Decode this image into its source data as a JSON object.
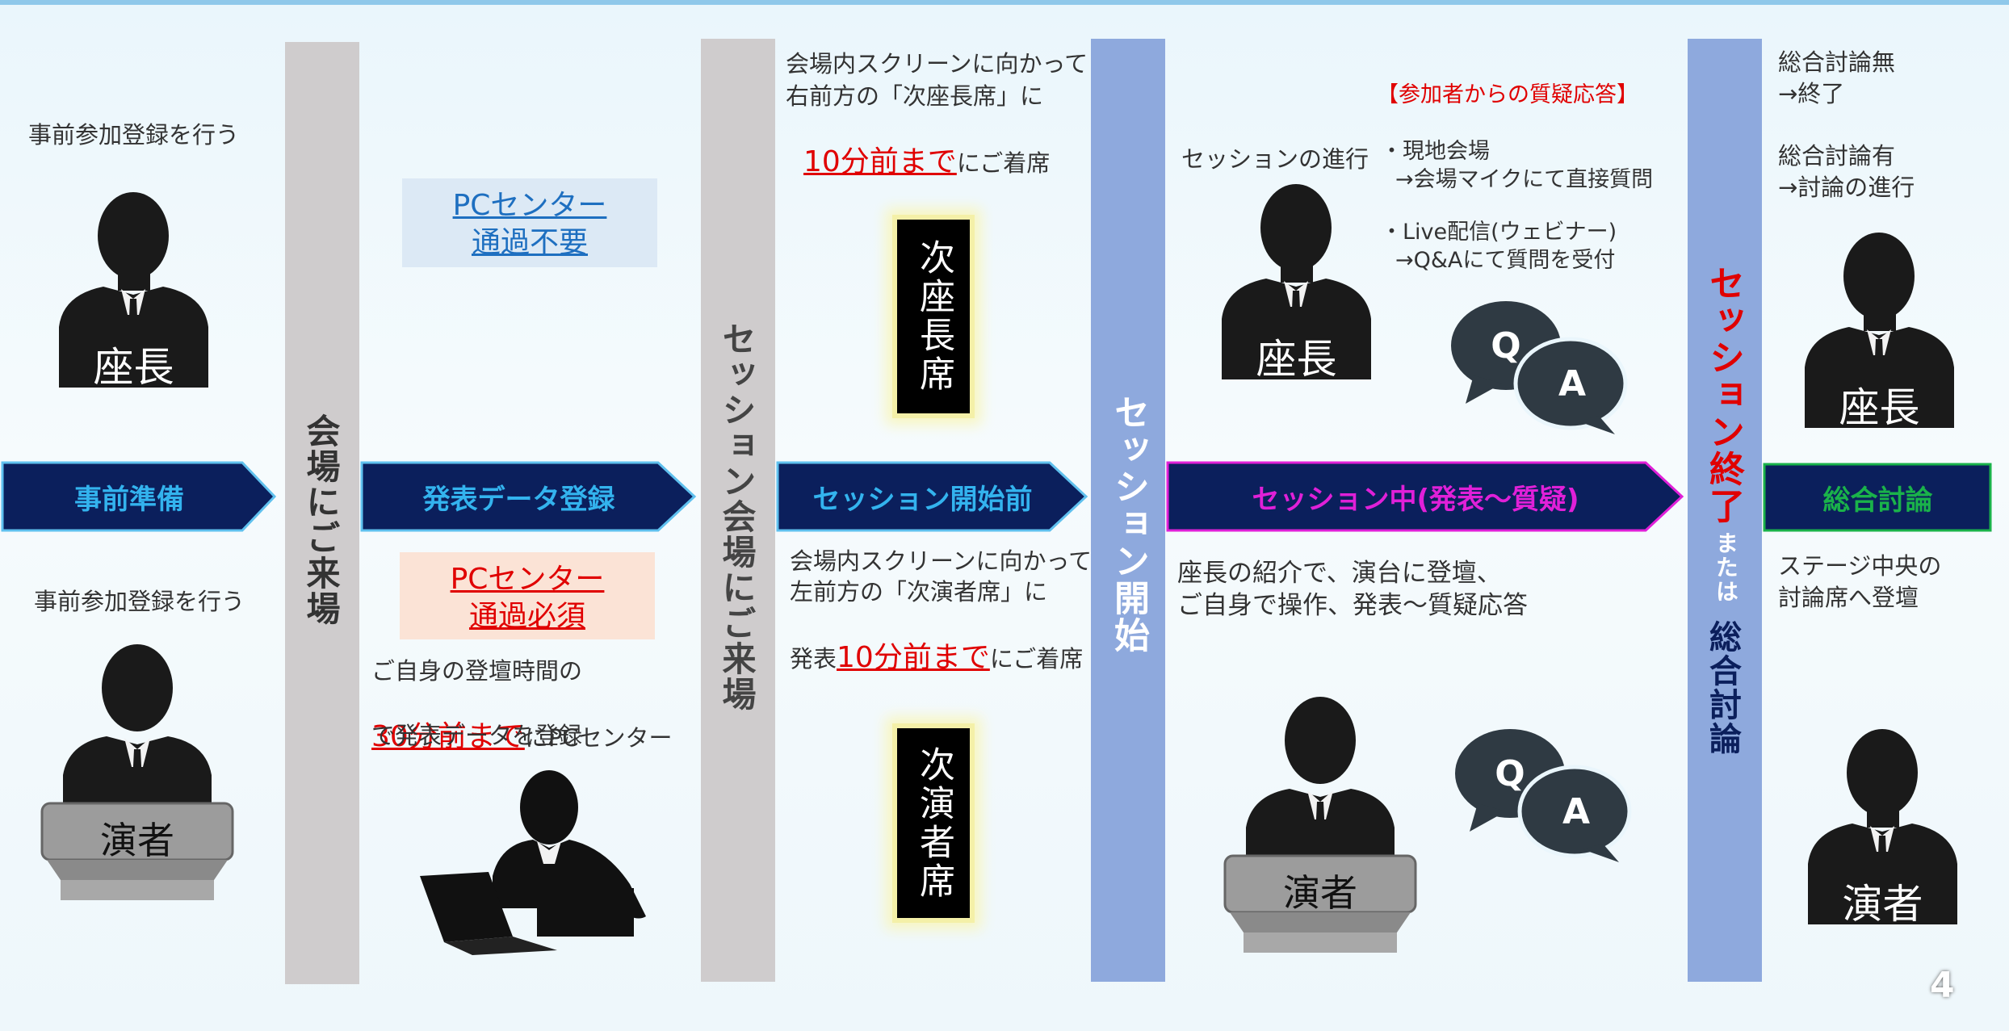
{
  "page_number": "4",
  "stages": {
    "prep": "事前準備",
    "upload": "発表データ登録",
    "before": "セッション開始前",
    "during": "セッション中(発表～質疑)",
    "discussion": "総合討論"
  },
  "vertical": {
    "arrive_venue": "会場にご来場",
    "arrive_session": "セッション会場にご来場",
    "session_start": "セッション開始",
    "session_end": "セッション終了",
    "or": "または",
    "general_discussion": "総合討論"
  },
  "roles": {
    "chair": "座長",
    "speaker": "演者",
    "next_chair_seat": "次座長席",
    "next_speaker_seat": "次演者席"
  },
  "prep": {
    "chair_text": "事前参加登録を行う",
    "speaker_text": "事前参加登録を行う"
  },
  "pc_center": {
    "not_required": [
      "PCセンター",
      "通過不要"
    ],
    "required": [
      "PCセンター",
      "通過必須"
    ],
    "note_line1": "ご自身の登壇時間の",
    "note_red": "30分前まで",
    "note_after": "にPCセンター",
    "note_line3": "で発表データを登録"
  },
  "before": {
    "chair_line1": "会場内スクリーンに向かって",
    "chair_line2": "右前方の「次座長席」に",
    "chair_red": "10分前まで",
    "chair_after": "にご着席",
    "speaker_line1": "会場内スクリーンに向かって",
    "speaker_line2": "左前方の「次演者席」に",
    "speaker_pre": "発表",
    "speaker_red": "10分前まで",
    "speaker_after": "にご着席"
  },
  "during": {
    "chair_text": "セッションの進行",
    "qa_heading": "【参加者からの質疑応答】",
    "qa_item1": "・現地会場",
    "qa_item1_sub": "→会場マイクにて直接質問",
    "qa_item2": "・Live配信(ウェビナー)",
    "qa_item2_sub": "→Q&Aにて質問を受付",
    "speaker_line1": "座長の紹介で、演台に登壇、",
    "speaker_line2": "ご自身で操作、発表～質疑応答",
    "q": "Q",
    "a": "A"
  },
  "discussion": {
    "none_line1": "総合討論無",
    "none_line2": "→終了",
    "yes_line1": "総合討論有",
    "yes_line2": "→討論の進行",
    "speaker_line1": "ステージ中央の",
    "speaker_line2": "討論席へ登壇"
  },
  "colors": {
    "navy": "#0b1f5c",
    "cyan_text": "#33b3ee",
    "magenta": "#e020d8",
    "green": "#1ab24a",
    "red": "#e00000",
    "gray_bar": "#cfcccd",
    "blue_bar": "#8ea9dd"
  }
}
